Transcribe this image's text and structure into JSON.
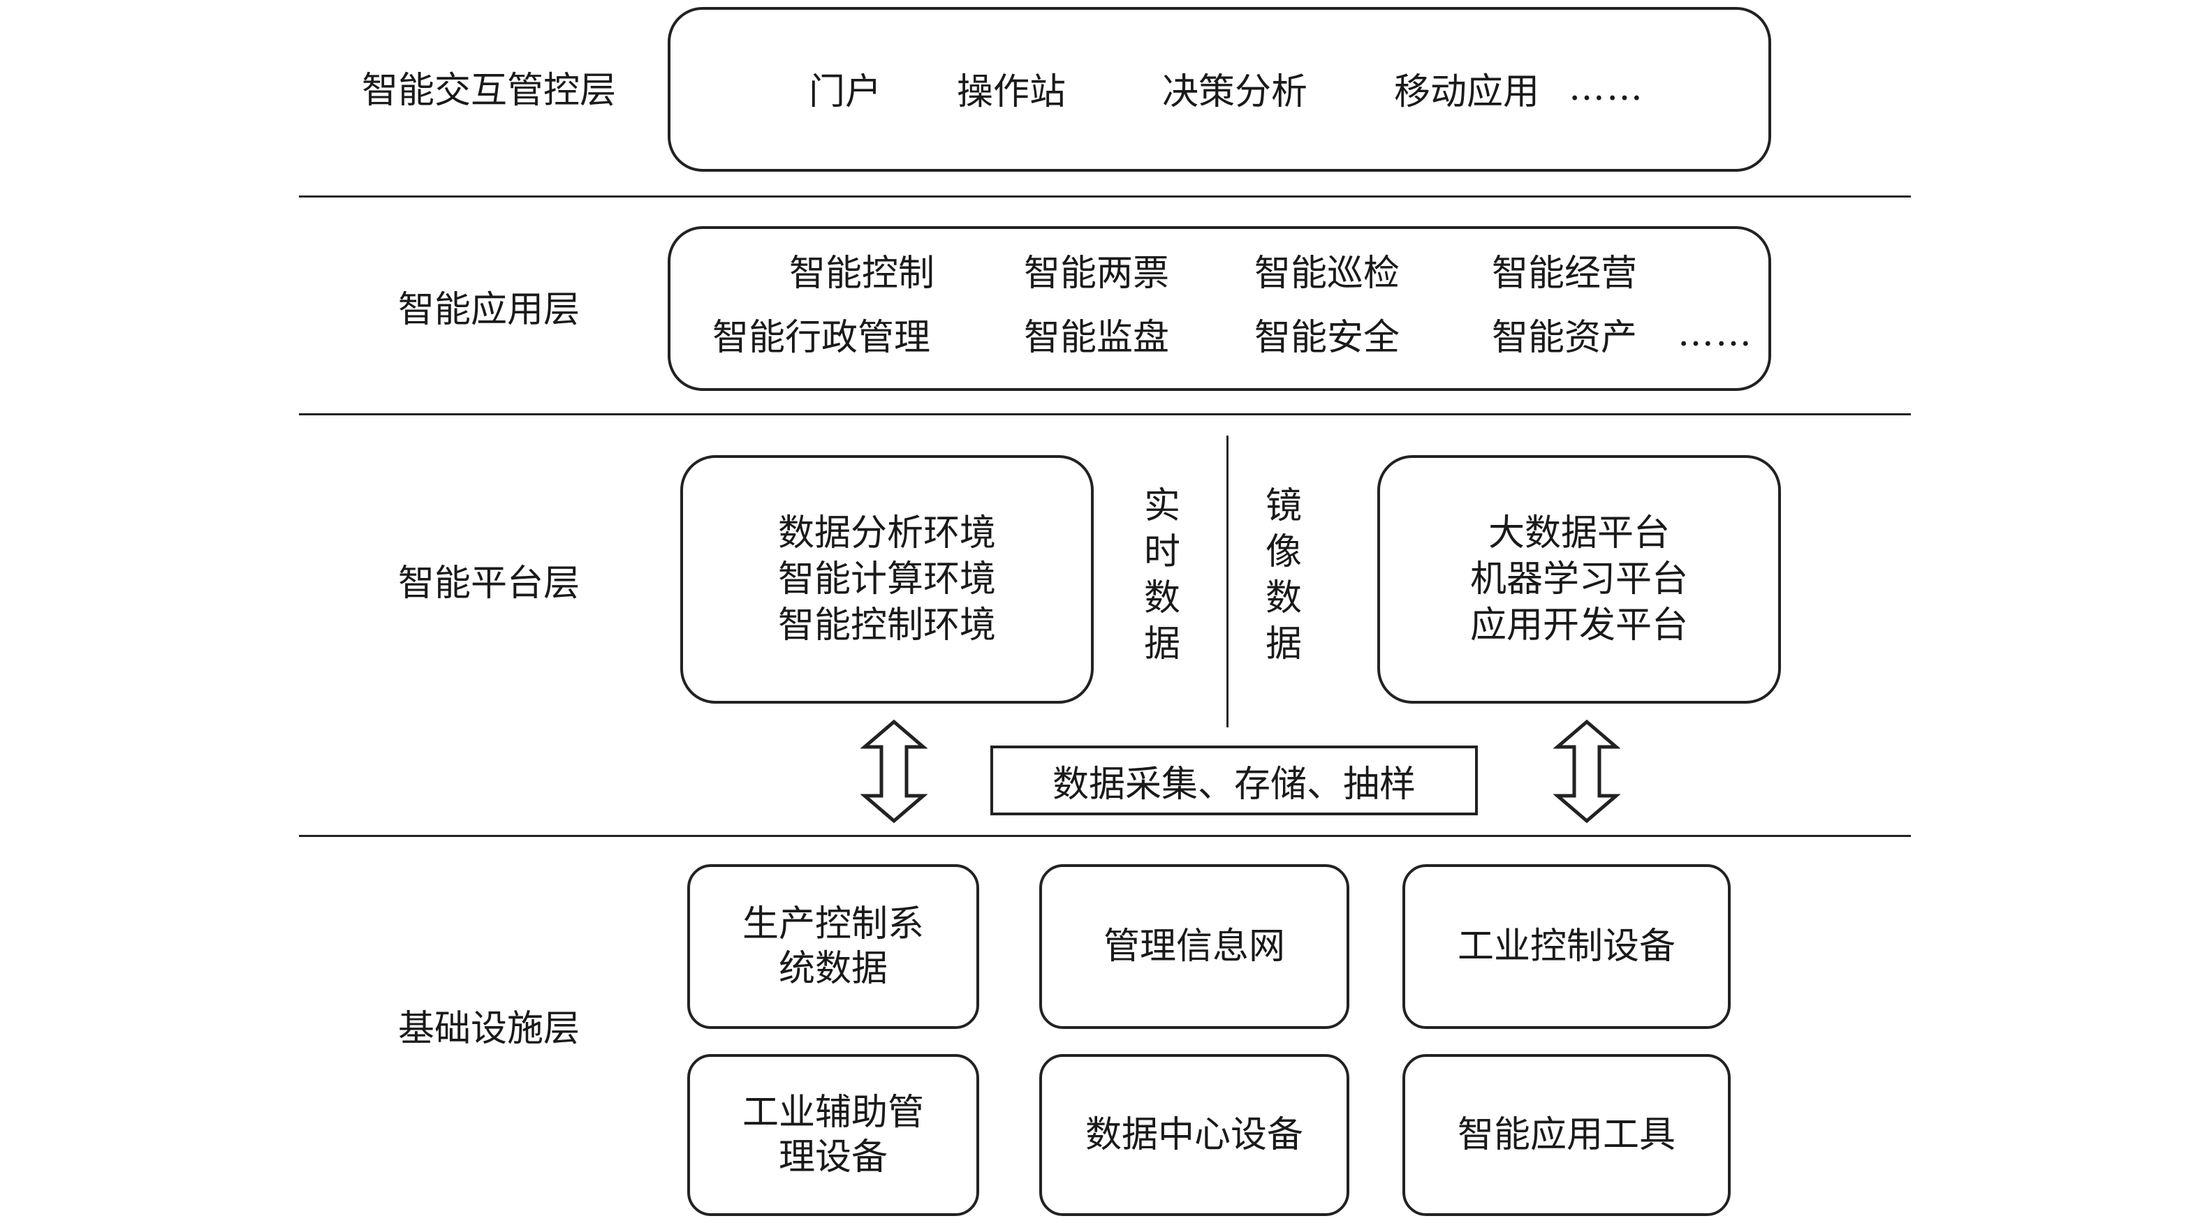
{
  "layers": {
    "interaction": {
      "label": "智能交互管控层",
      "items": [
        "门户",
        "操作站",
        "决策分析",
        "移动应用"
      ],
      "ellipsis": "……"
    },
    "application": {
      "label": "智能应用层",
      "row1": [
        "智能控制",
        "智能两票",
        "智能巡检",
        "智能经营"
      ],
      "row2": [
        "智能行政管理",
        "智能监盘",
        "智能安全",
        "智能资产"
      ],
      "ellipsis": "……"
    },
    "platform": {
      "label": "智能平台层",
      "left_box": [
        "数据分析环境",
        "智能计算环境",
        "智能控制环境"
      ],
      "right_box": [
        "大数据平台",
        "机器学习平台",
        "应用开发平台"
      ],
      "realtime_data": [
        "实",
        "时",
        "数",
        "据"
      ],
      "mirror_data": [
        "镜",
        "像",
        "数",
        "据"
      ],
      "collect_box": "数据采集、存储、抽样"
    },
    "infrastructure": {
      "label": "基础设施层",
      "boxes": [
        [
          "生产控制系",
          "统数据"
        ],
        [
          "管理信息网"
        ],
        [
          "工业控制设备"
        ],
        [
          "工业辅助管",
          "理设备"
        ],
        [
          "数据中心设备"
        ],
        [
          "智能应用工具"
        ]
      ]
    }
  }
}
